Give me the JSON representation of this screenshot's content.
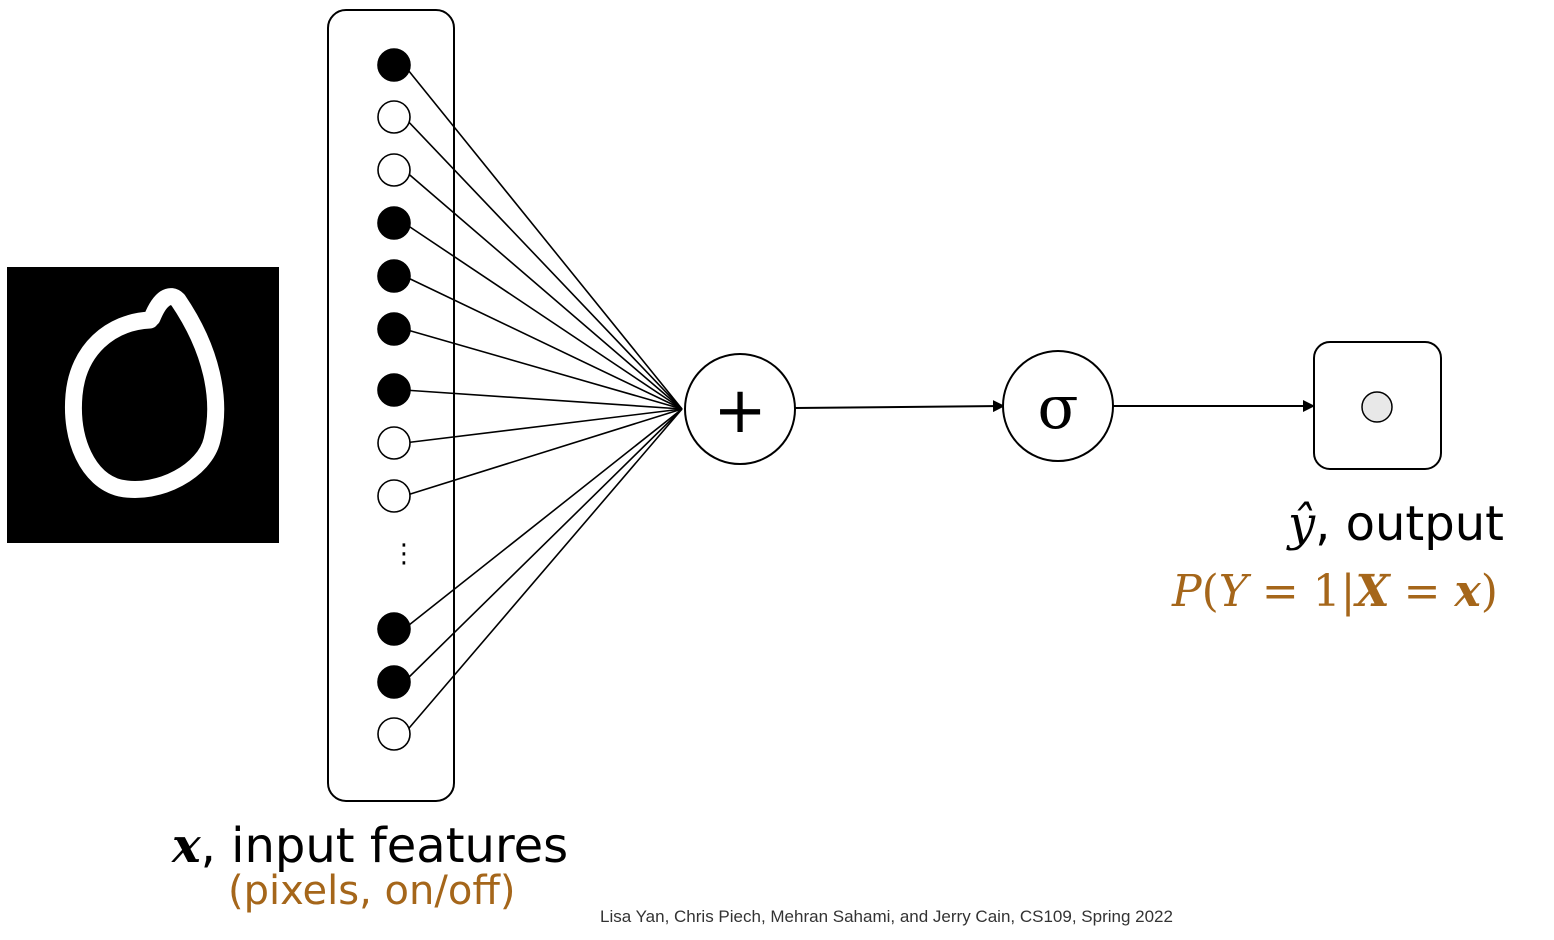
{
  "diagram": {
    "input_var": "x",
    "input_label": ", input features",
    "input_sub": "(pixels, on/off)",
    "sum_symbol": "+",
    "sigmoid_symbol": "σ",
    "output_var": "ŷ",
    "output_label": ", output",
    "output_prob": {
      "p": "P",
      "open": "(",
      "y": "Y",
      "eq1": " = 1|",
      "X": "X",
      "eq2": " = ",
      "x": "x",
      "close": ")"
    },
    "ellipsis": "⋮",
    "input_nodes_state": [
      "on",
      "off",
      "off",
      "on",
      "on",
      "on",
      "on",
      "off",
      "off",
      "on",
      "on",
      "off"
    ],
    "image_content": "digit-0",
    "colors": {
      "accent": "#A5661A",
      "node_on": "#000000",
      "node_off": "#ffffff",
      "output_node_fill": "#e8e8e8"
    }
  },
  "footer": "Lisa Yan, Chris Piech, Mehran Sahami, and Jerry Cain, CS109, Spring 2022"
}
